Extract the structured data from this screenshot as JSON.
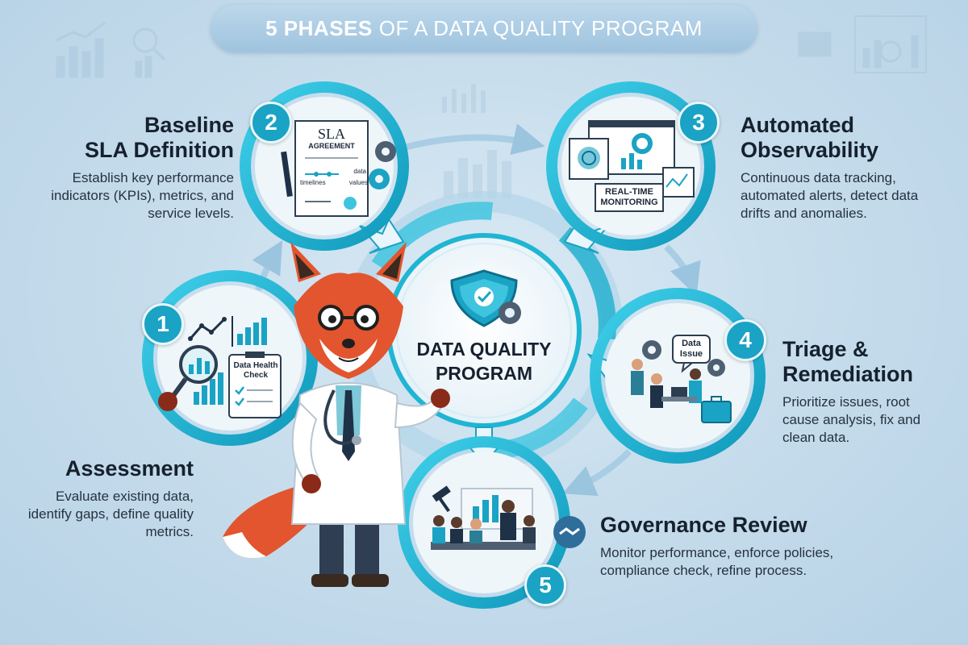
{
  "title": {
    "bold": "5 PHASES",
    "rest": "OF A DATA QUALITY PROGRAM"
  },
  "center": {
    "line1": "DATA QUALITY",
    "line2": "PROGRAM"
  },
  "phases": [
    {
      "number": "1",
      "title": "Assessment",
      "description": "Evaluate existing data, identify gaps, define quality metrics.",
      "card_label": "Data Health Check"
    },
    {
      "number": "2",
      "title_line1": "Baseline",
      "title_line2": "SLA Definition",
      "description": "Establish key performance indicators (KPIs), metrics, and service levels.",
      "card_label": "SLA",
      "card_sublabel": "AGREEMENT",
      "card_terms": [
        "data",
        "timelines",
        "values"
      ]
    },
    {
      "number": "3",
      "title_line1": "Automated",
      "title_line2": "Observability",
      "description": "Continuous data tracking, automated alerts, detect data drifts and anomalies.",
      "card_label": "REAL-TIME MONITORING"
    },
    {
      "number": "4",
      "title_line1": "Triage &",
      "title_line2": "Remediation",
      "description": "Prioritize issues, root cause analysis, fix and clean data.",
      "card_label": "Data Issue"
    },
    {
      "number": "5",
      "title": "Governance Review",
      "description": "Monitor performance, enforce policies, compliance check, refine process."
    }
  ],
  "colors": {
    "ring": "#1fb5d3",
    "ring_dark": "#0e8fb0",
    "accent": "#1aa3c4",
    "background": "#c5dcec",
    "fox": "#e2552e"
  },
  "icons": [
    "shield-check-icon",
    "gear-icon",
    "magnifier-icon",
    "bar-chart-icon",
    "handshake-icon",
    "radar-icon",
    "speech-bubble-icon"
  ]
}
